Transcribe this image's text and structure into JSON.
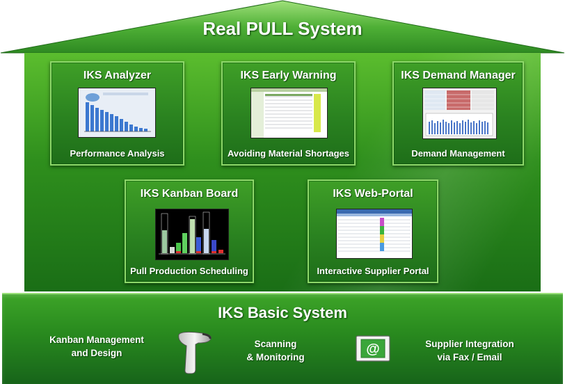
{
  "title": "Real PULL System",
  "modules": [
    {
      "title": "IKS Analyzer",
      "subtitle": "Performance Analysis"
    },
    {
      "title": "IKS Early Warning",
      "subtitle": "Avoiding Material Shortages"
    },
    {
      "title": "IKS Demand Manager",
      "subtitle": "Demand Management"
    },
    {
      "title": "IKS Kanban Board",
      "subtitle": "Pull Production Scheduling"
    },
    {
      "title": "IKS Web-Portal",
      "subtitle": "Interactive Supplier Portal"
    }
  ],
  "base": {
    "title": "IKS Basic System",
    "features": [
      {
        "line1": "Kanban Management",
        "line2": "and Design"
      },
      {
        "line1": "Scanning",
        "line2": "& Monitoring"
      },
      {
        "line1": "Supplier Integration",
        "line2": "via Fax / Email"
      }
    ],
    "email_glyph": "@"
  },
  "colors": {
    "roof": "#3fa030",
    "house": "#2f8f1d",
    "module_border": "#8ed86a",
    "text": "#ffffff"
  },
  "icons": [
    "barcode-scanner-icon",
    "email-icon"
  ]
}
